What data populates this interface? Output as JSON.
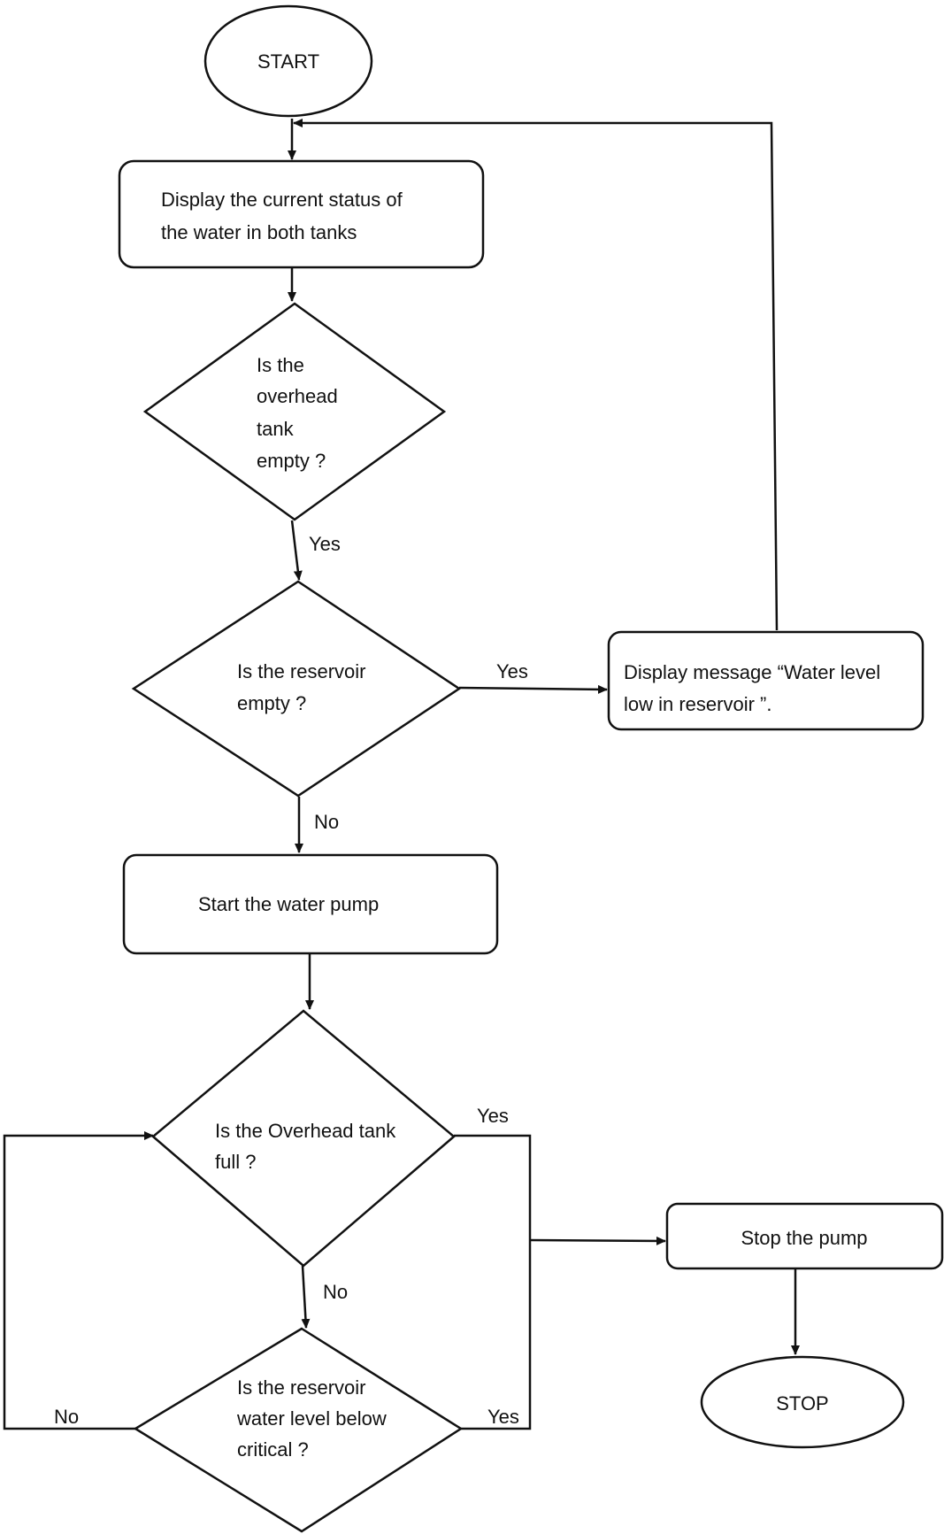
{
  "diagram": {
    "type": "flowchart",
    "colors": {
      "stroke": "#111111",
      "fill": "#ffffff",
      "text": "#111111"
    },
    "nodes": {
      "start": {
        "shape": "ellipse",
        "text": [
          "START"
        ]
      },
      "display_status": {
        "shape": "rounded-rect",
        "text": [
          "Display the current status of",
          "the water in both tanks"
        ]
      },
      "overhead_empty": {
        "shape": "diamond",
        "text": [
          "Is the",
          "overhead",
          "tank",
          "empty ?"
        ]
      },
      "reservoir_empty": {
        "shape": "diamond",
        "text": [
          "Is the reservoir",
          "empty ?"
        ]
      },
      "low_message": {
        "shape": "rounded-rect",
        "text": [
          "Display message “Water level",
          "low in reservoir ”."
        ]
      },
      "start_pump": {
        "shape": "rounded-rect",
        "text": [
          "Start the water pump"
        ]
      },
      "overhead_full": {
        "shape": "diamond",
        "text": [
          "Is the Overhead tank",
          "full ?"
        ]
      },
      "reservoir_critical": {
        "shape": "diamond",
        "text": [
          "Is the reservoir",
          "water level below",
          "critical ?"
        ]
      },
      "stop_pump": {
        "shape": "rounded-rect",
        "text": [
          "Stop the pump"
        ]
      },
      "stop": {
        "shape": "ellipse",
        "text": [
          "STOP"
        ]
      }
    },
    "edge_labels": {
      "overhead_empty_yes": "Yes",
      "reservoir_empty_yes": "Yes",
      "reservoir_empty_no": "No",
      "overhead_full_yes": "Yes",
      "overhead_full_no": "No",
      "reservoir_critical_no": "No",
      "reservoir_critical_yes": "Yes"
    }
  }
}
